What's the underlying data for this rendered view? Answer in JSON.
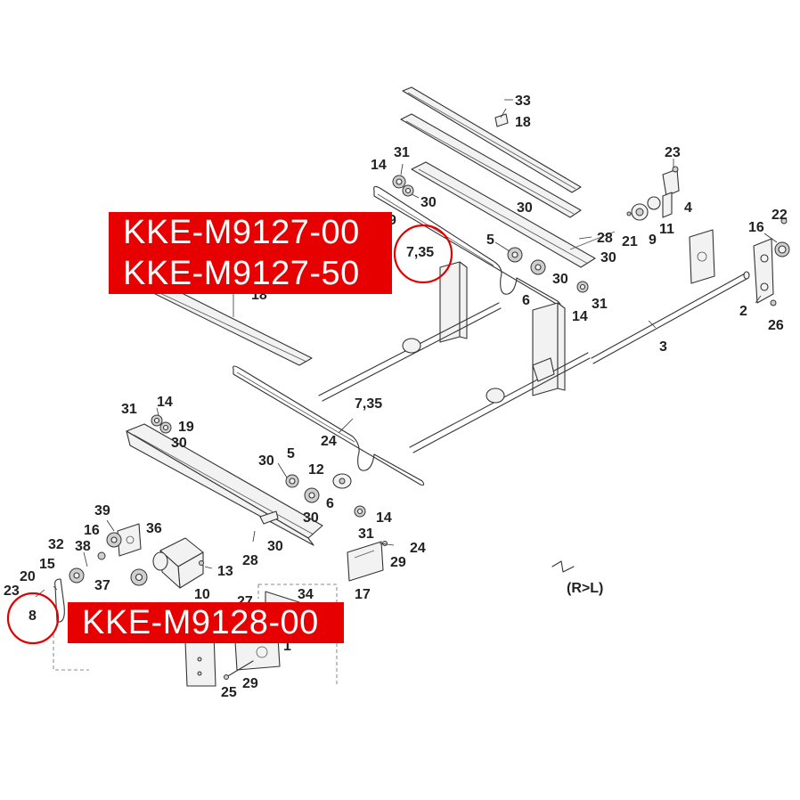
{
  "banners": {
    "top": [
      "KKE-M9127-00",
      "KKE-M9127-50"
    ],
    "bottom": "KKE-M9128-00"
  },
  "direction_label": "(R>L)",
  "callouts": {
    "c33": "33",
    "c18a": "18",
    "c23a": "23",
    "c4": "4",
    "c31a": "31",
    "c14a": "14",
    "c30a": "30",
    "c9a": "9",
    "c30b": "30",
    "c5a": "5",
    "c735a": "7,35",
    "c28a": "28",
    "c30c": "30",
    "c30d": "30",
    "c21": "21",
    "c9b": "9",
    "c11": "11",
    "c6a": "6",
    "c14b": "14",
    "c31b": "31",
    "c22": "22",
    "c16a": "16",
    "c2": "2",
    "c26": "26",
    "c3": "3",
    "c18b": "18",
    "c31c": "31",
    "c14c": "14",
    "c19": "19",
    "c30e": "30",
    "c735b": "7,35",
    "c24a": "24",
    "c5b": "5",
    "c30f": "30",
    "c12": "12",
    "c6b": "6",
    "c30g": "30",
    "c14d": "14",
    "c31d": "31",
    "c24b": "24",
    "c29a": "29",
    "c17": "17",
    "c28b": "28",
    "c30h": "30",
    "c13": "13",
    "c10": "10",
    "c39": "39",
    "c36": "36",
    "c16b": "16",
    "c32": "32",
    "c38": "38",
    "c15": "15",
    "c37": "37",
    "c20": "20",
    "c23b": "23",
    "c8": "8",
    "c34": "34",
    "c27": "27",
    "c1": "1",
    "c29b": "29",
    "c25": "25"
  }
}
